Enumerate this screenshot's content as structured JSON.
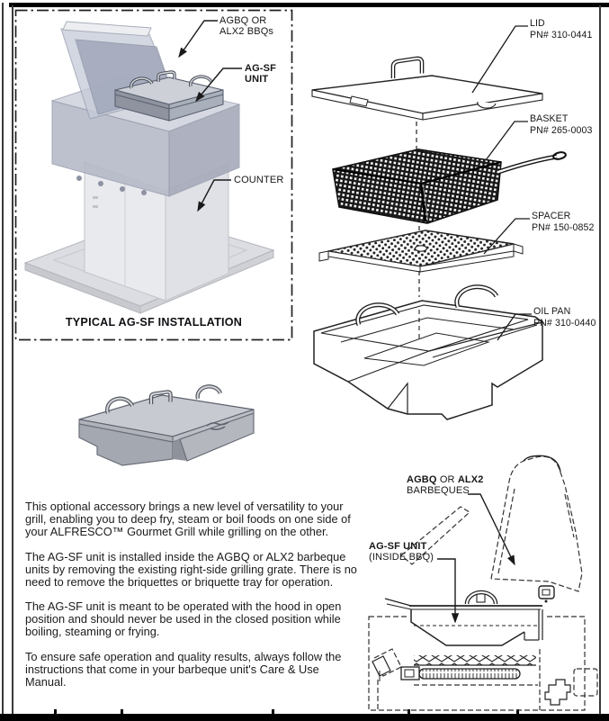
{
  "doc": {
    "installation": {
      "caption": "TYPICAL AG-SF INSTALLATION",
      "label_bbq_line1": "AGBQ OR",
      "label_bbq_line2": "ALX2 BBQs",
      "label_unit_line1": "AG-SF",
      "label_unit_line2": "UNIT",
      "label_counter": "COUNTER"
    },
    "exploded": {
      "parts": [
        {
          "name": "LID",
          "pn": "PN# 310-0441"
        },
        {
          "name": "BASKET",
          "pn": "PN# 265-0003"
        },
        {
          "name": "SPACER",
          "pn": "PN# 150-0852"
        },
        {
          "name": "OIL PAN",
          "pn": "PN# 310-0440"
        }
      ]
    },
    "body": {
      "paragraphs": [
        "This optional accessory brings a new level of versatility to your grill, enabling you to deep fry, steam or boil foods on one side of your ALFRESCO™ Gourmet Grill while grilling on the other.",
        "The AG-SF unit is installed inside the AGBQ or ALX2 barbeque units by removing the existing right-side grilling grate. There is no need to remove the briquettes or briquette tray for operation.",
        "The AG-SF unit is meant to be operated with the hood in open position and should never be used in the closed position while boiling, steaming or frying.",
        "To ensure safe operation and quality results, always follow the instructions that come in your barbeque unit's Care & Use Manual."
      ]
    },
    "cross_section": {
      "label_bbq_b1": "AGBQ",
      "label_bbq_mid": " OR ",
      "label_bbq_b2": "ALX2",
      "label_bbq_line2": "BARBEQUES",
      "label_unit_line1": "AG-SF UNIT",
      "label_unit_line2": "(INSIDE BBQ)"
    },
    "colors": {
      "line": "#222222",
      "shade_light": "#dcdde2",
      "shade_mid": "#b6bac8",
      "shade_dark": "#9fa6b8"
    }
  }
}
